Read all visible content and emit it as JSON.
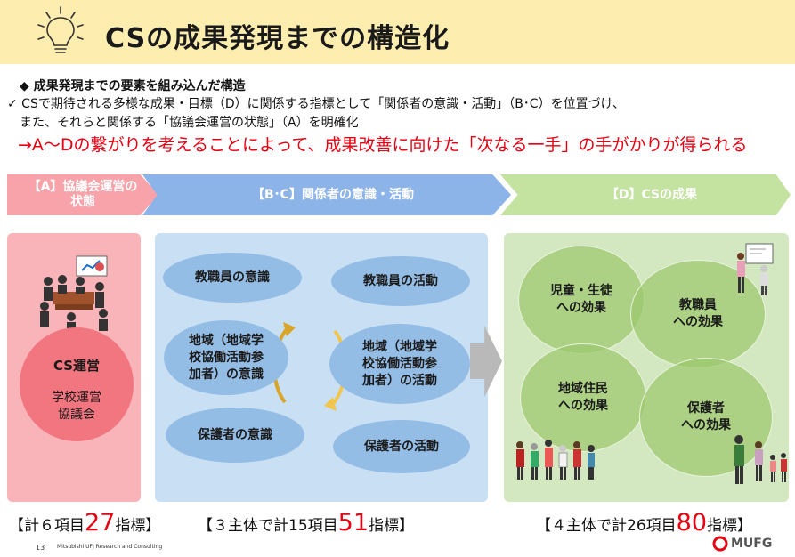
{
  "header": {
    "title": "CSの成果発現までの構造化"
  },
  "intro": {
    "heading": "◆ 成果発現までの要素を組み込んだ構造",
    "check_line1": "✓ CSで期待される多様な成果・目標（D）に関係する指標として「関係者の意識・活動」（B･C）を位置づけ、",
    "check_line2": "また、それらと関係する「協議会運営の状態」（A）を明確化",
    "arrow_line": "→A～Dの繋がりを考えることによって、成果改善に向けた「次なる一手」の手がかりが得られる"
  },
  "chevrons": {
    "a_line1": "【A】協議会運営の",
    "a_line2": "状態",
    "bc": "【B･C】関係者の意識・活動",
    "d": "【D】CSの成果"
  },
  "panel_a": {
    "cs_title": "CS運営",
    "cs_sub1": "学校運営",
    "cs_sub2": "協議会"
  },
  "panel_bc": {
    "oval1": "教職員の意識",
    "oval2": "教職員の活動",
    "oval3_l1": "地域（地域学",
    "oval3_l2": "校協働活動参",
    "oval3_l3": "加者）の意識",
    "oval4_l1": "地域（地域学",
    "oval4_l2": "校協働活動参",
    "oval4_l3": "加者）の活動",
    "oval5": "保護者の意識",
    "oval6": "保護者の活動"
  },
  "panel_d": {
    "c1_l1": "児童・生徒",
    "c1_l2": "への効果",
    "c2_l1": "教職員",
    "c2_l2": "への効果",
    "c3_l1": "地域住民",
    "c3_l2": "への効果",
    "c4_l1": "保護者",
    "c4_l2": "への効果"
  },
  "counts": {
    "a_pre": "【計６項目",
    "a_num": "27",
    "a_post": "指標】",
    "bc_pre": "【３主体で計15項目",
    "bc_num": "51",
    "bc_post": "指標】",
    "d_pre": "【４主体で計26項目",
    "d_num": "80",
    "d_post": "指標】"
  },
  "footer": {
    "page": "13",
    "company": "Mitsubishi UFJ Research and Consulting",
    "logo": "MUFG"
  },
  "colors": {
    "accent_red": "#e60012",
    "header_band": "#fdeeb0",
    "a_pink": "#f7a3a9",
    "bc_blue": "#8db4e8",
    "d_green": "#c4e2a0"
  }
}
